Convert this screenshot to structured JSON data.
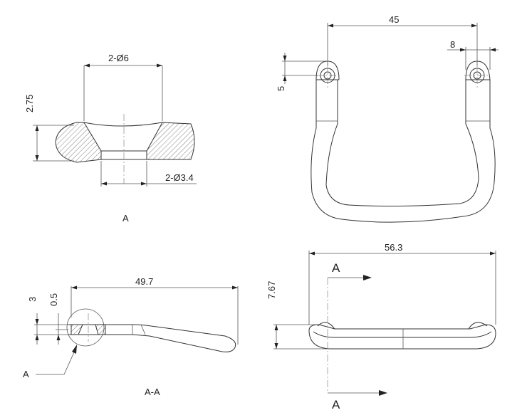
{
  "labels": {
    "detail_a_holes": "2-Ø6",
    "detail_a_height": "2.75",
    "detail_a_small_holes": "2-Ø3.4",
    "detail_a_caption": "A",
    "top_width": "45",
    "top_lug": "8",
    "top_offset": "5",
    "side_length": "49.7",
    "side_3": "3",
    "side_05": "0.5",
    "side_detail_ref": "A",
    "section_caption": "A-A",
    "front_width": "56.3",
    "front_height": "7.67",
    "section_mark_top": "A",
    "section_mark_bottom": "A"
  }
}
